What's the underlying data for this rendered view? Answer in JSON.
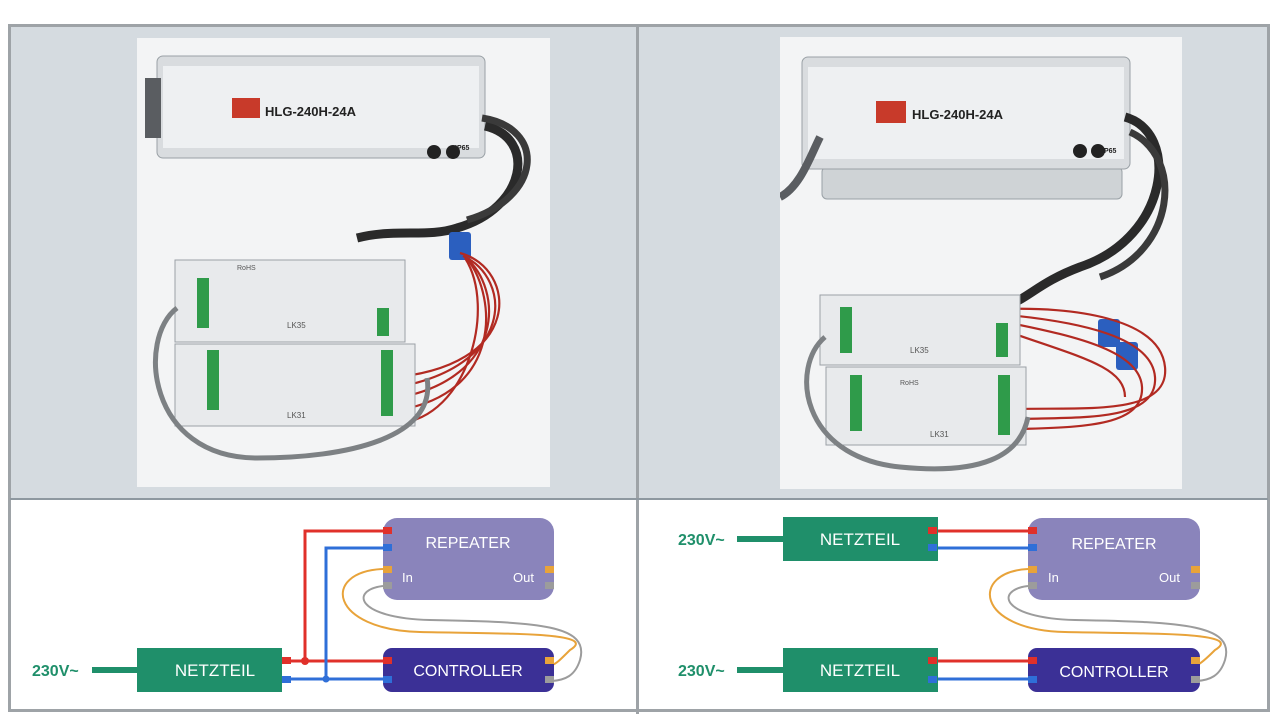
{
  "colors": {
    "netzteil_fill": "#1f8f6a",
    "repeater_fill": "#8a84bb",
    "controller_fill": "#3b3096",
    "wire_plus": "#e0302a",
    "wire_minus": "#2f6fd8",
    "signal_orange": "#e8a33a",
    "signal_gray": "#9c9c9c",
    "voltage_text": "#1f8f6a"
  },
  "photos": {
    "left": {
      "psu_model": "HLG-240H-24A",
      "psu_rating": "IP65",
      "module_top": "LK35",
      "module_bottom": "LK31",
      "compliance": "RoHS"
    },
    "right": {
      "psu_model": "HLG-240H-24A",
      "psu_rating": "IP65",
      "module_top": "LK35",
      "module_bottom": "LK31",
      "compliance": "RoHS"
    }
  },
  "diagrams": {
    "left": {
      "repeater": {
        "label": "REPEATER",
        "in": "In",
        "out": "Out"
      },
      "controller": {
        "label": "CONTROLLER"
      },
      "netzteil": {
        "label": "NETZTEIL",
        "voltage": "230V~"
      }
    },
    "right": {
      "repeater": {
        "label": "REPEATER",
        "in": "In",
        "out": "Out"
      },
      "controller": {
        "label": "CONTROLLER"
      },
      "netzteil_top": {
        "label": "NETZTEIL",
        "voltage": "230V~"
      },
      "netzteil_bottom": {
        "label": "NETZTEIL",
        "voltage": "230V~"
      }
    }
  }
}
